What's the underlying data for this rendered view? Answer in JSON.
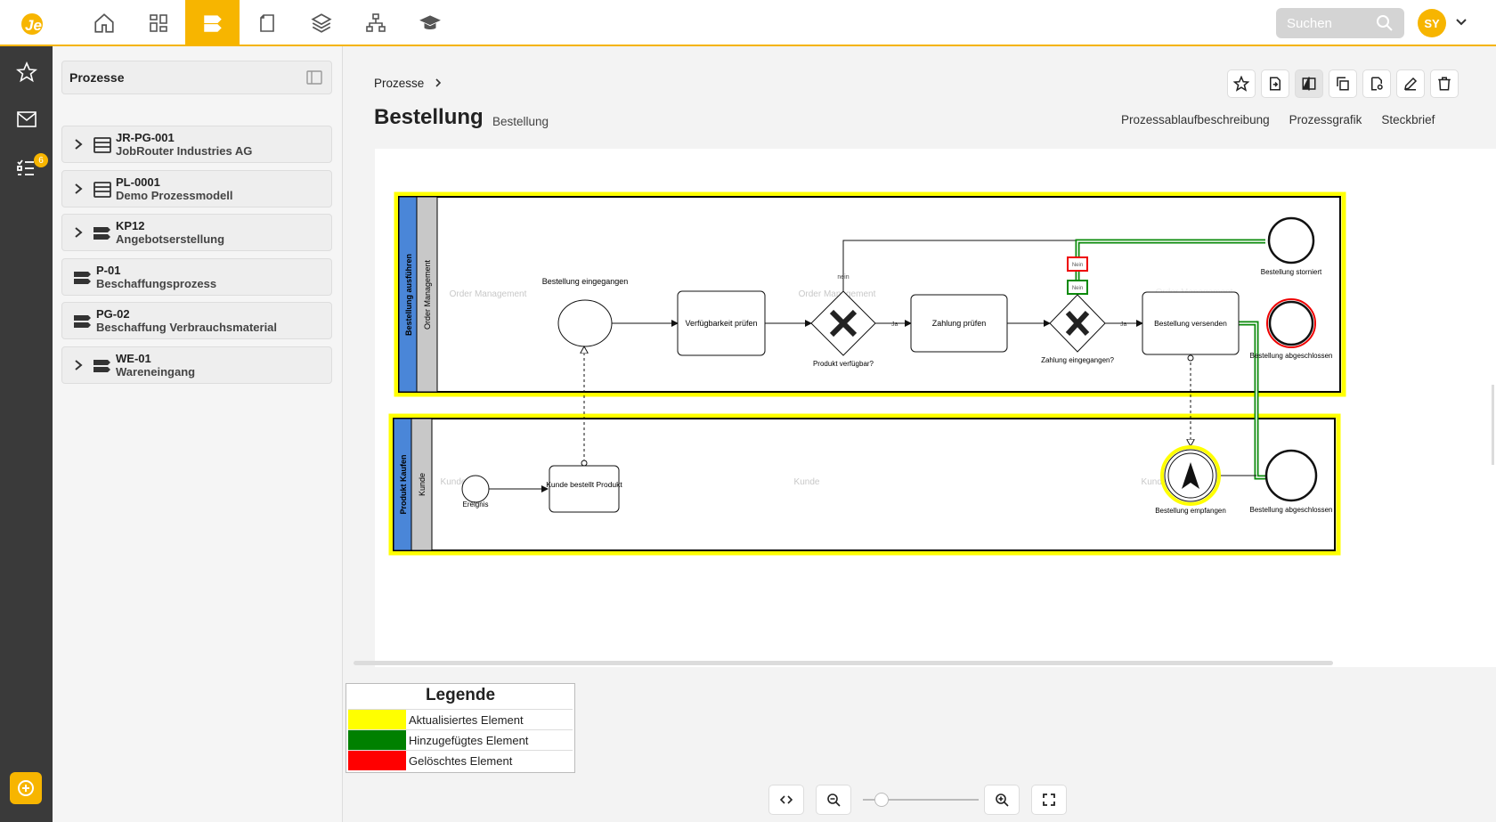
{
  "app": {
    "search_placeholder": "Suchen",
    "user_initials": "SY",
    "tasks_badge": "6"
  },
  "topnav": {
    "items": [
      "home",
      "dashboard",
      "processes",
      "documents",
      "layers",
      "org-chart",
      "academy"
    ],
    "active": "processes"
  },
  "sidebar": {
    "title": "Prozesse",
    "items": [
      {
        "code": "JR-PG-001",
        "name": "JobRouter Industries AG",
        "expandable": true,
        "icon": "process-group-icon"
      },
      {
        "code": "PL-0001",
        "name": "Demo Prozessmodell",
        "expandable": true,
        "icon": "process-group-icon"
      },
      {
        "code": "KP12",
        "name": "Angebotserstellung",
        "expandable": true,
        "icon": "process-icon"
      },
      {
        "code": "P-01",
        "name": "Beschaffungsprozess",
        "expandable": false,
        "icon": "process-icon"
      },
      {
        "code": "PG-02",
        "name": "Beschaffung Verbrauchsmaterial",
        "expandable": false,
        "icon": "process-icon"
      },
      {
        "code": "WE-01",
        "name": "Wareneingang",
        "expandable": true,
        "icon": "process-icon"
      }
    ]
  },
  "main": {
    "breadcrumb": "Prozesse",
    "title": "Bestellung",
    "subtitle": "Bestellung",
    "tabs": [
      "Prozessablaufbeschreibung",
      "Prozessgrafik",
      "Steckbrief"
    ]
  },
  "diagram": {
    "pool1": {
      "name": "Bestellung ausführen",
      "lane": "Order Management"
    },
    "pool2": {
      "name": "Produkt Kaufen",
      "lane": "Kunde"
    },
    "watermarks": [
      "Order Management",
      "Order Management",
      "Order Management",
      "Kunde",
      "Kunde",
      "Kunde"
    ],
    "nodes": {
      "start_received": "Bestellung eingegangen",
      "task_check_avail": "Verfügbarkeit prüfen",
      "gw_product": "Produkt verfügbar?",
      "task_check_payment": "Zahlung prüfen",
      "gw_payment": "Zahlung eingegangen?",
      "task_ship": "Bestellung versenden",
      "end_cancelled": "Bestellung storniert",
      "end_closed": "Bestellung abgeschlossen",
      "start_event": "Ereignis",
      "task_customer_orders": "Kunde bestellt Produkt",
      "event_received": "Bestellung empfangen",
      "end_closed2": "Bestellung abgeschlossen"
    },
    "flow_labels": {
      "yes": "Ja",
      "no": "nein",
      "no2": "Nein"
    }
  },
  "legend": {
    "title": "Legende",
    "items": [
      {
        "label": "Aktualisiertes Element",
        "color": "#ffff00"
      },
      {
        "label": "Hinzugefügtes Element",
        "color": "#008000"
      },
      {
        "label": "Gelöschtes Element",
        "color": "#ff0000"
      }
    ]
  }
}
